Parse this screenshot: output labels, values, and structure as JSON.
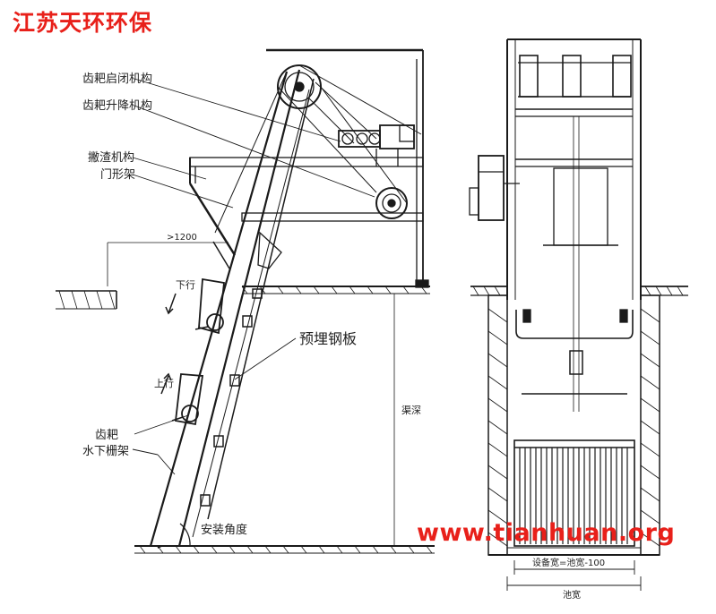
{
  "brand": {
    "name": "江苏天环环保",
    "website": "www.tianhuan.org",
    "color": "#e8201a"
  },
  "labels": {
    "rake_open_close": "齿耙启闭机构",
    "rake_lift": "齿耙升降机构",
    "debris_removal": "撇渣机构",
    "gantry": "门形架",
    "distance": ">1200",
    "down": "下行",
    "up": "上行",
    "embedded_plate": "预埋钢板",
    "pit_depth": "渠深",
    "rake": "齿耙",
    "underwater_frame": "水下栅架",
    "install_angle": "安装角度",
    "device_width": "设备宽=池宽-100",
    "pool_width": "池宽"
  }
}
